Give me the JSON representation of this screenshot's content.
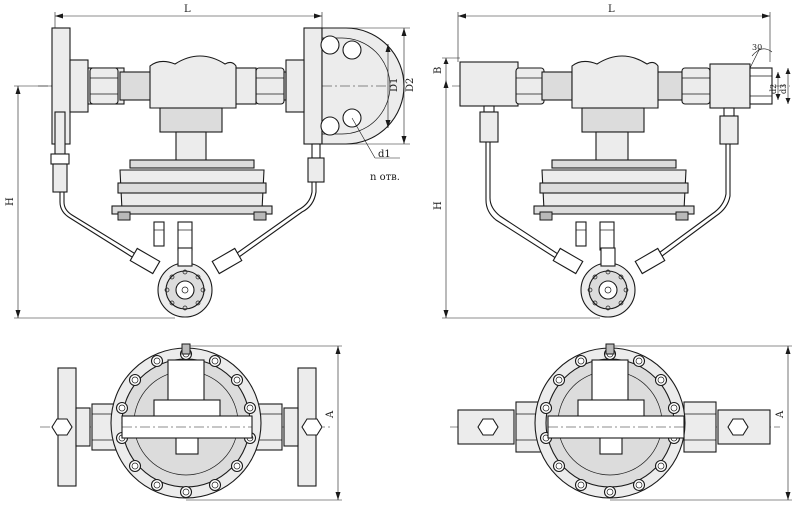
{
  "labels": {
    "top_left": {
      "length": "L",
      "height": "H",
      "bolt_circle": "D1",
      "flange_outer": "D2",
      "hole_diameter": "d1",
      "holes_count": "n отв."
    },
    "top_right": {
      "length": "L",
      "height": "H",
      "offset": "B",
      "thread_angle": "30",
      "pipe_outer": "d2",
      "pipe_inner": "d3"
    },
    "bottom_left": {
      "width": "A"
    },
    "bottom_right": {
      "width": "A"
    }
  }
}
